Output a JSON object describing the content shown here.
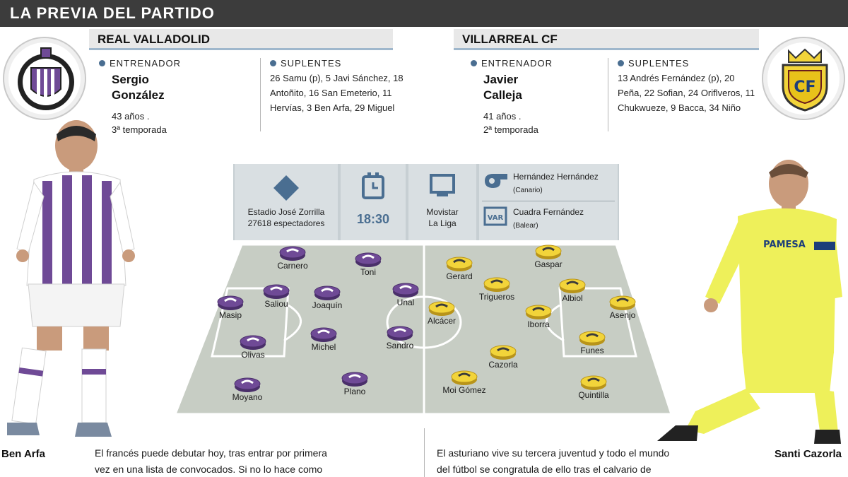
{
  "banner": {
    "title": "LA PREVIA DEL PARTIDO"
  },
  "home": {
    "name": "REAL VALLADOLID",
    "coach_heading": "ENTRENADOR",
    "coach_first": "Sergio",
    "coach_last": "González",
    "coach_age": "43 años .",
    "coach_season": "3ª temporada",
    "subs_heading": "SUPLENTES",
    "subs": "26 Samu (p), 5 Javi Sánchez, 18 Antoñito, 16 San Emeterio, 11 Hervías, 3 Ben Arfa, 29 Miguel",
    "colors": {
      "primary": "#6f4a96",
      "secondary": "#ffffff"
    },
    "players": [
      "Masip",
      "Olivas",
      "Moyano",
      "Saliou",
      "Joaquín",
      "Michel",
      "Carnero",
      "Toni",
      "Plano",
      "Unal",
      "Sandro"
    ]
  },
  "away": {
    "name": "VILLARREAL CF",
    "coach_heading": "ENTRENADOR",
    "coach_first": "Javier",
    "coach_last": "Calleja",
    "coach_age": "41 años .",
    "coach_season": "2ª temporada",
    "subs_heading": "SUPLENTES",
    "subs": "13 Andrés Fernández (p), 20 Peña, 22 Sofian, 24 Oriflveros, 11 Chukwueze, 9 Bacca, 34 Niño",
    "colors": {
      "primary": "#f2d43a",
      "secondary": "#3b3b3b"
    },
    "players": [
      "Asenjo",
      "Albiol",
      "Funes",
      "Quintilla",
      "Gaspar",
      "Iborra",
      "Cazorla",
      "Moi Gómez",
      "Gerard",
      "Trigueros",
      "Alcácer"
    ]
  },
  "match": {
    "stadium": "Estadio José Zorrilla",
    "capacity": "27618 espectadores",
    "time": "18:30",
    "tv_1": "Movistar",
    "tv_2": "La Liga",
    "referee": "Hernández Hernández",
    "referee_region": "(Canario)",
    "var": "Cuadra Fernández",
    "var_region": "(Balear)",
    "icons": [
      "ball-icon",
      "clock-icon",
      "tv-icon",
      "whistle-icon",
      "var-icon"
    ]
  },
  "bottom": {
    "left_player": "Ben Arfa",
    "right_player": "Santi Cazorla",
    "left_text_1": "El francés puede debutar hoy, tras entrar por primera",
    "left_text_2": "vez en una lista de convocados. Si no lo hace como",
    "right_text_1": "El asturiano vive su tercera juventud y todo el mundo",
    "right_text_2": "del fútbol se congratula de ello tras el calvario de"
  },
  "colors": {
    "banner": "#3c3c3c",
    "pitch": "#c7cdc4",
    "panel": "#d9dfe2",
    "accent": "#4a6e91"
  }
}
